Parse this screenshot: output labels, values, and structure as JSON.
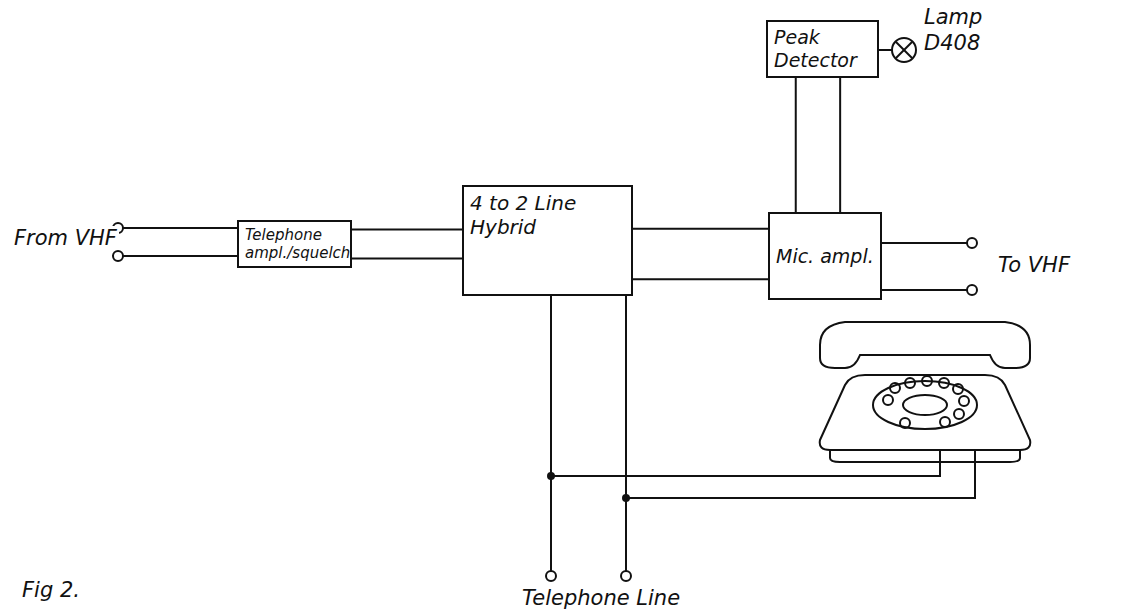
{
  "diagram": {
    "caption": "Fig 2.",
    "nodes": [
      {
        "text": [
          "Telephone ampl./squelch"
        ]
      },
      {
        "text": [
          "4 to 2 Line Hybrid"
        ]
      },
      {
        "text": [
          "Mic. ampl."
        ]
      },
      {
        "text": [
          "Peak Detector"
        ]
      }
    ],
    "edges": [
      {
        "from": 0,
        "to": 1,
        "arrow": "none"
      },
      {
        "from": 1,
        "to": 2,
        "arrow": "none"
      },
      {
        "from": 2,
        "to": 3,
        "arrow": "none"
      }
    ],
    "labels": [
      "From VHF",
      "To VHF",
      "Lamp D408",
      "Telephone Line"
    ]
  }
}
